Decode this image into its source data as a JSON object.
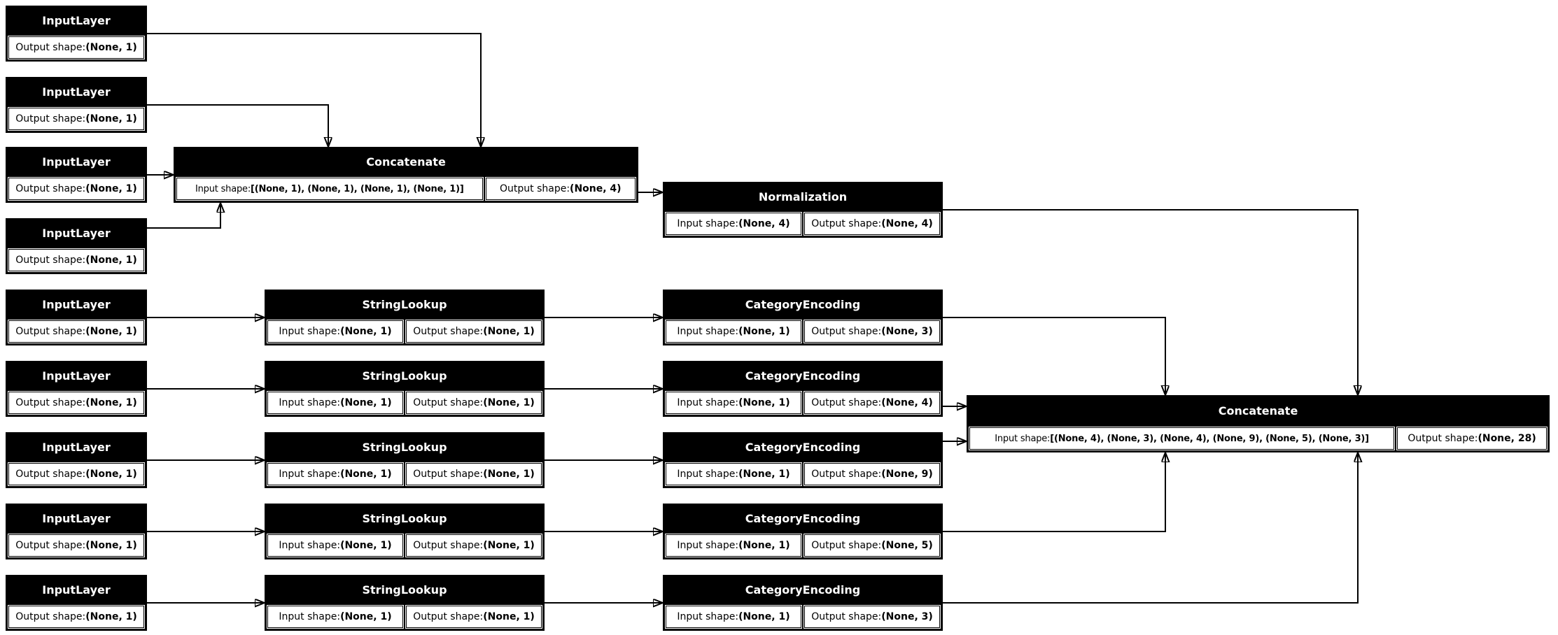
{
  "diagram": {
    "title": "model-architecture-graph",
    "colors": {
      "node_fill": "#000000",
      "node_title_text": "#ffffff",
      "cell_fill": "#ffffff",
      "cell_text": "#000000",
      "edge": "#000000",
      "background": "#ffffff"
    },
    "nodes": [
      {
        "id": "input_layer_1",
        "title": "InputLayer",
        "cells": [
          {
            "label": "Output shape: ",
            "value": "(None, 1)"
          }
        ]
      },
      {
        "id": "input_layer_2",
        "title": "InputLayer",
        "cells": [
          {
            "label": "Output shape: ",
            "value": "(None, 1)"
          }
        ]
      },
      {
        "id": "input_layer_3",
        "title": "InputLayer",
        "cells": [
          {
            "label": "Output shape: ",
            "value": "(None, 1)"
          }
        ]
      },
      {
        "id": "input_layer_4",
        "title": "InputLayer",
        "cells": [
          {
            "label": "Output shape: ",
            "value": "(None, 1)"
          }
        ]
      },
      {
        "id": "concatenate_1",
        "title": "Concatenate",
        "cells": [
          {
            "label": "Input shape: ",
            "value": "[(None, 1), (None, 1), (None, 1), (None, 1)]"
          },
          {
            "label": "Output shape: ",
            "value": "(None, 4)"
          }
        ]
      },
      {
        "id": "normalization",
        "title": "Normalization",
        "cells": [
          {
            "label": "Input shape: ",
            "value": "(None, 4)"
          },
          {
            "label": "Output shape: ",
            "value": "(None, 4)"
          }
        ]
      },
      {
        "id": "input_layer_5",
        "title": "InputLayer",
        "cells": [
          {
            "label": "Output shape: ",
            "value": "(None, 1)"
          }
        ]
      },
      {
        "id": "string_lookup_1",
        "title": "StringLookup",
        "cells": [
          {
            "label": "Input shape: ",
            "value": "(None, 1)"
          },
          {
            "label": "Output shape: ",
            "value": "(None, 1)"
          }
        ]
      },
      {
        "id": "category_encoding_1",
        "title": "CategoryEncoding",
        "cells": [
          {
            "label": "Input shape: ",
            "value": "(None, 1)"
          },
          {
            "label": "Output shape: ",
            "value": "(None, 3)"
          }
        ]
      },
      {
        "id": "input_layer_6",
        "title": "InputLayer",
        "cells": [
          {
            "label": "Output shape: ",
            "value": "(None, 1)"
          }
        ]
      },
      {
        "id": "string_lookup_2",
        "title": "StringLookup",
        "cells": [
          {
            "label": "Input shape: ",
            "value": "(None, 1)"
          },
          {
            "label": "Output shape: ",
            "value": "(None, 1)"
          }
        ]
      },
      {
        "id": "category_encoding_2",
        "title": "CategoryEncoding",
        "cells": [
          {
            "label": "Input shape: ",
            "value": "(None, 1)"
          },
          {
            "label": "Output shape: ",
            "value": "(None, 4)"
          }
        ]
      },
      {
        "id": "input_layer_7",
        "title": "InputLayer",
        "cells": [
          {
            "label": "Output shape: ",
            "value": "(None, 1)"
          }
        ]
      },
      {
        "id": "string_lookup_3",
        "title": "StringLookup",
        "cells": [
          {
            "label": "Input shape: ",
            "value": "(None, 1)"
          },
          {
            "label": "Output shape: ",
            "value": "(None, 1)"
          }
        ]
      },
      {
        "id": "category_encoding_3",
        "title": "CategoryEncoding",
        "cells": [
          {
            "label": "Input shape: ",
            "value": "(None, 1)"
          },
          {
            "label": "Output shape: ",
            "value": "(None, 9)"
          }
        ]
      },
      {
        "id": "input_layer_8",
        "title": "InputLayer",
        "cells": [
          {
            "label": "Output shape: ",
            "value": "(None, 1)"
          }
        ]
      },
      {
        "id": "string_lookup_4",
        "title": "StringLookup",
        "cells": [
          {
            "label": "Input shape: ",
            "value": "(None, 1)"
          },
          {
            "label": "Output shape: ",
            "value": "(None, 1)"
          }
        ]
      },
      {
        "id": "category_encoding_4",
        "title": "CategoryEncoding",
        "cells": [
          {
            "label": "Input shape: ",
            "value": "(None, 1)"
          },
          {
            "label": "Output shape: ",
            "value": "(None, 5)"
          }
        ]
      },
      {
        "id": "input_layer_9",
        "title": "InputLayer",
        "cells": [
          {
            "label": "Output shape: ",
            "value": "(None, 1)"
          }
        ]
      },
      {
        "id": "string_lookup_5",
        "title": "StringLookup",
        "cells": [
          {
            "label": "Input shape: ",
            "value": "(None, 1)"
          },
          {
            "label": "Output shape: ",
            "value": "(None, 1)"
          }
        ]
      },
      {
        "id": "category_encoding_5",
        "title": "CategoryEncoding",
        "cells": [
          {
            "label": "Input shape: ",
            "value": "(None, 1)"
          },
          {
            "label": "Output shape: ",
            "value": "(None, 3)"
          }
        ]
      },
      {
        "id": "concatenate_2",
        "title": "Concatenate",
        "cells": [
          {
            "label": "Input shape: ",
            "value": "[(None, 4), (None, 3), (None, 4), (None, 9), (None, 5), (None, 3)]"
          },
          {
            "label": "Output shape: ",
            "value": "(None, 28)"
          }
        ]
      }
    ],
    "edges": [
      {
        "from": "input_layer_1",
        "to": "concatenate_1"
      },
      {
        "from": "input_layer_2",
        "to": "concatenate_1"
      },
      {
        "from": "input_layer_3",
        "to": "concatenate_1"
      },
      {
        "from": "input_layer_4",
        "to": "concatenate_1"
      },
      {
        "from": "concatenate_1",
        "to": "normalization"
      },
      {
        "from": "normalization",
        "to": "concatenate_2"
      },
      {
        "from": "input_layer_5",
        "to": "string_lookup_1"
      },
      {
        "from": "string_lookup_1",
        "to": "category_encoding_1"
      },
      {
        "from": "category_encoding_1",
        "to": "concatenate_2"
      },
      {
        "from": "input_layer_6",
        "to": "string_lookup_2"
      },
      {
        "from": "string_lookup_2",
        "to": "category_encoding_2"
      },
      {
        "from": "category_encoding_2",
        "to": "concatenate_2"
      },
      {
        "from": "input_layer_7",
        "to": "string_lookup_3"
      },
      {
        "from": "string_lookup_3",
        "to": "category_encoding_3"
      },
      {
        "from": "category_encoding_3",
        "to": "concatenate_2"
      },
      {
        "from": "input_layer_8",
        "to": "string_lookup_4"
      },
      {
        "from": "string_lookup_4",
        "to": "category_encoding_4"
      },
      {
        "from": "category_encoding_4",
        "to": "concatenate_2"
      },
      {
        "from": "input_layer_9",
        "to": "string_lookup_5"
      },
      {
        "from": "string_lookup_5",
        "to": "category_encoding_5"
      },
      {
        "from": "category_encoding_5",
        "to": "concatenate_2"
      }
    ]
  }
}
